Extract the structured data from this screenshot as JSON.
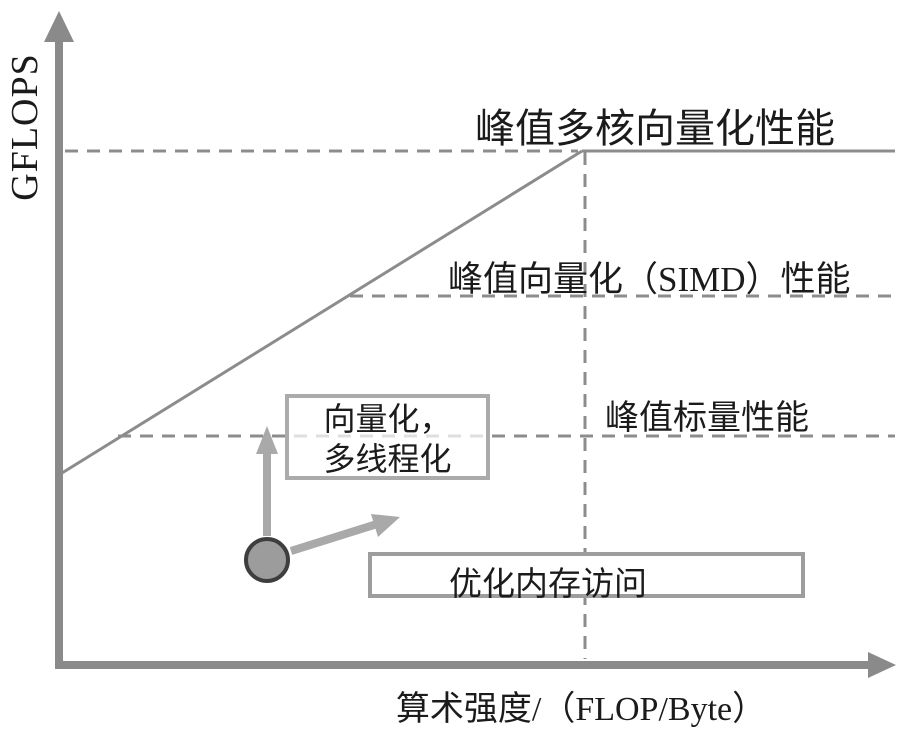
{
  "figure": {
    "y_axis_label": "GFLOPS",
    "x_axis_label": "算术强度/（FLOP/Byte）",
    "level_labels": {
      "peak_multicore_vector": "峰值多核向量化性能",
      "peak_vector_simd": "峰值向量化（SIMD）性能",
      "peak_scalar": "峰值标量性能"
    },
    "annotation_boxes": {
      "vectorize_multithread_line1": "向量化，",
      "vectorize_multithread_line2": "多线程化",
      "optimize_memory_access": "优化内存访问"
    },
    "colors": {
      "axis": "#8a8a8a",
      "roofline": "#8c8c8c",
      "dashed_guides": "#8c8c8c",
      "arrows": "#a9a9a9",
      "point_fill": "#9c9c9c",
      "point_stroke": "#3e3e3e",
      "box_border": "#a5a5a5",
      "text": "#1b1b1b",
      "background": "#ffffff"
    }
  },
  "chart_data": {
    "type": "line",
    "title": "",
    "xlabel": "算术强度/（FLOP/Byte）",
    "ylabel": "GFLOPS",
    "axes_numeric": false,
    "grid": false,
    "notes": "Qualitative roofline model; no numeric ticks shown, coordinates are fractions of the plot area.",
    "series": [
      {
        "name": "roofline",
        "points_rel": [
          [
            0.004,
            0.295
          ],
          [
            0.626,
            0.789
          ],
          [
            1.0,
            0.789
          ]
        ]
      }
    ],
    "reference_levels_rel": [
      {
        "label": "峰值多核向量化性能",
        "y": 0.789,
        "style": "dashed-then-solid"
      },
      {
        "label": "峰值向量化（SIMD）性能",
        "y": 0.566,
        "style": "dashed"
      },
      {
        "label": "峰值标量性能",
        "y": 0.351,
        "style": "dashed"
      }
    ],
    "ridge_point_rel": {
      "x": 0.626,
      "y": 0.789,
      "marker": "vertical-dashed-line"
    },
    "data_point_rel": {
      "x": 0.249,
      "y": 0.161,
      "marker": "filled-gray-circle"
    },
    "arrows_from_data_point": [
      {
        "direction": "up",
        "label": "向量化，多线程化"
      },
      {
        "direction": "right-up",
        "label": "优化内存访问"
      }
    ]
  }
}
